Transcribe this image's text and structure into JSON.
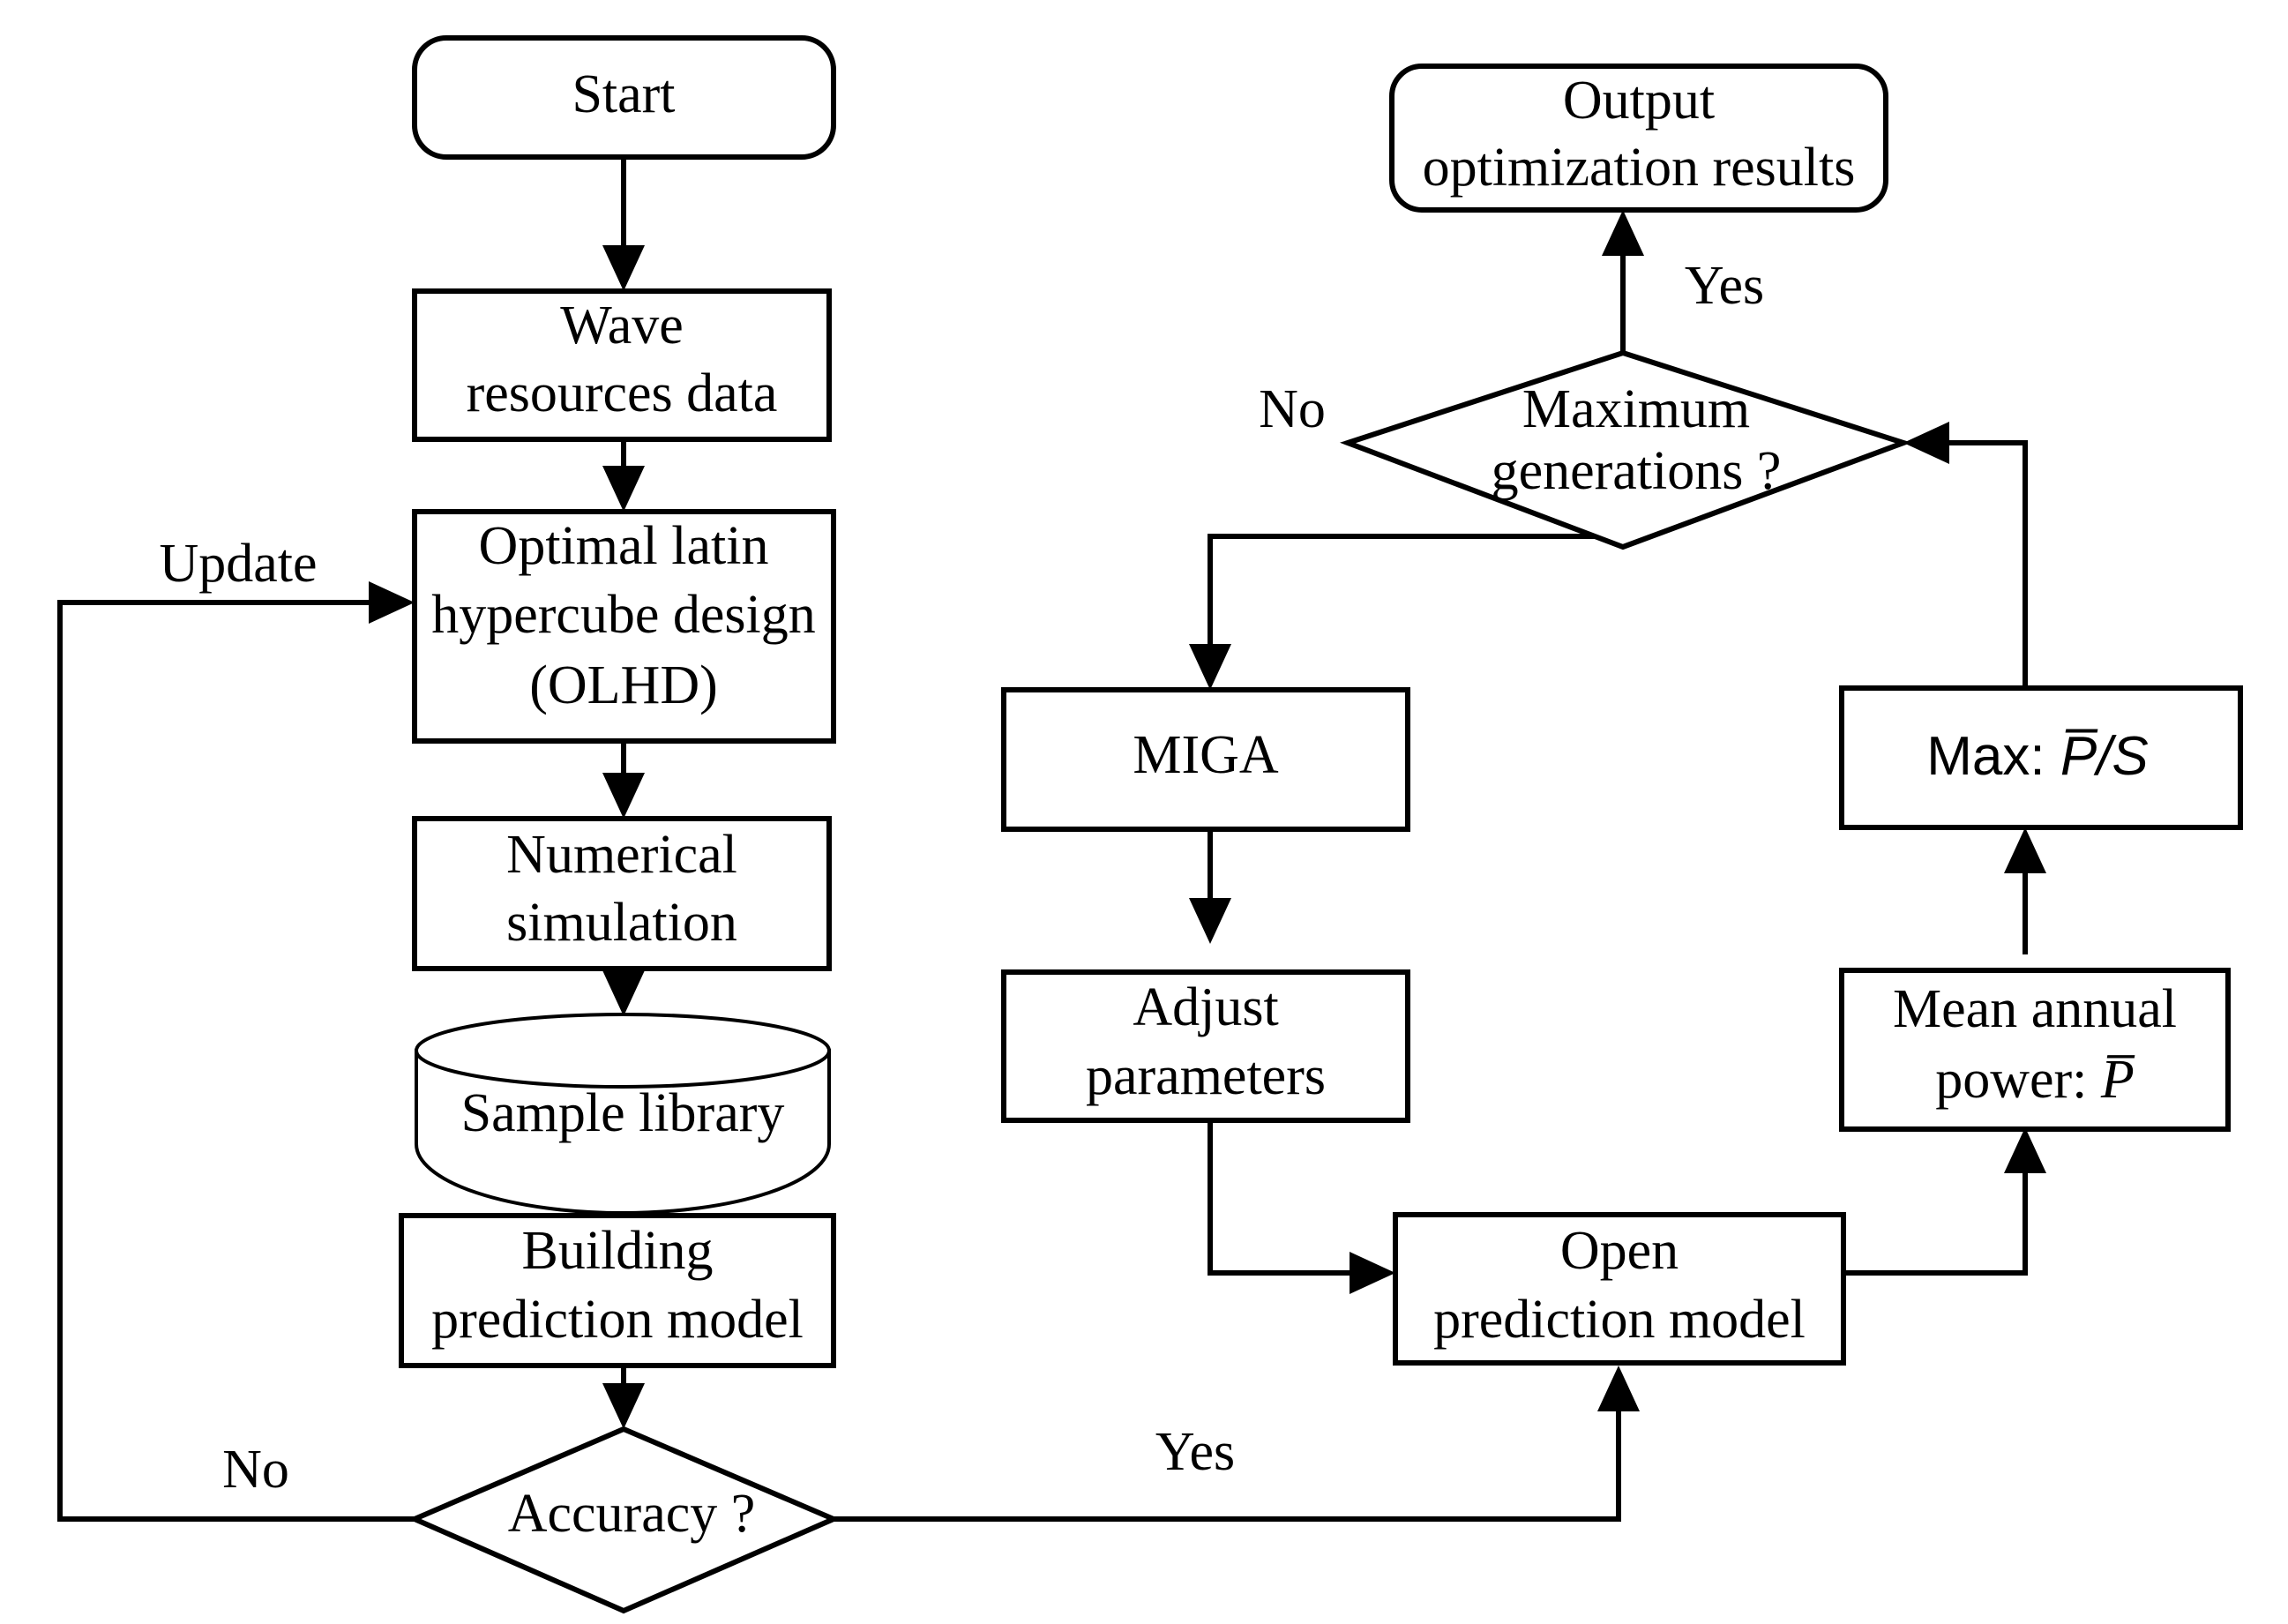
{
  "diagram": {
    "type": "flowchart",
    "title": "Optimization workflow flowchart",
    "nodes": {
      "start": {
        "label": "Start",
        "shape": "rounded-rectangle"
      },
      "wave_resources": {
        "line1": "Wave",
        "line2": "resources data",
        "shape": "rectangle"
      },
      "olhd": {
        "line1": "Optimal latin",
        "line2": "hypercube design",
        "line3": "(OLHD)",
        "shape": "rectangle"
      },
      "numerical_sim": {
        "line1": "Numerical",
        "line2": "simulation",
        "shape": "rectangle"
      },
      "sample_library": {
        "label": "Sample library",
        "shape": "cylinder"
      },
      "building_model": {
        "line1": "Building",
        "line2": "prediction model",
        "shape": "rectangle"
      },
      "accuracy": {
        "label": "Accuracy ?",
        "shape": "diamond"
      },
      "miga": {
        "label": "MIGA",
        "shape": "rectangle"
      },
      "adjust_parameters": {
        "line1": "Adjust",
        "line2": "parameters",
        "shape": "rectangle"
      },
      "open_model": {
        "line1": "Open",
        "line2": "prediction model",
        "shape": "rectangle"
      },
      "mean_annual_power": {
        "line1": "Mean annual",
        "line2_prefix": "power: ",
        "line2_math": "P̅",
        "shape": "rectangle"
      },
      "max_objective": {
        "prefix": "Max: ",
        "math": "P̅/S",
        "shape": "rectangle"
      },
      "max_generations": {
        "line1": "Maximum",
        "line2": "generations ?",
        "shape": "diamond"
      },
      "output_results": {
        "line1": "Output",
        "line2": "optimization results",
        "shape": "rounded-rectangle"
      }
    },
    "edge_labels": {
      "update": "Update",
      "accuracy_no": "No",
      "accuracy_yes": "Yes",
      "maxgen_no": "No",
      "maxgen_yes": "Yes"
    },
    "colors": {
      "stroke": "#000000",
      "fill": "#ffffff",
      "text": "#000000"
    }
  }
}
